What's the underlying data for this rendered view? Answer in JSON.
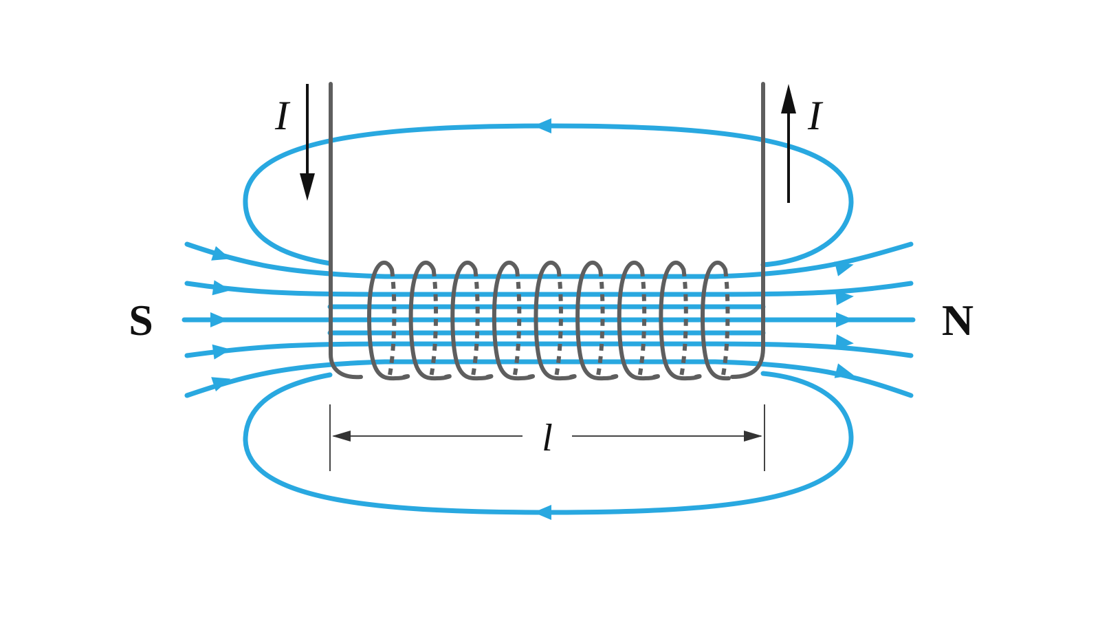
{
  "diagram": {
    "south_pole_label": "S",
    "north_pole_label": "N",
    "current_in_label": "I",
    "current_out_label": "I",
    "length_label": "l",
    "turns": 9
  },
  "colors": {
    "field_lines": "#29a8e0",
    "wire": "#5e5e5e",
    "text": "#111111"
  }
}
